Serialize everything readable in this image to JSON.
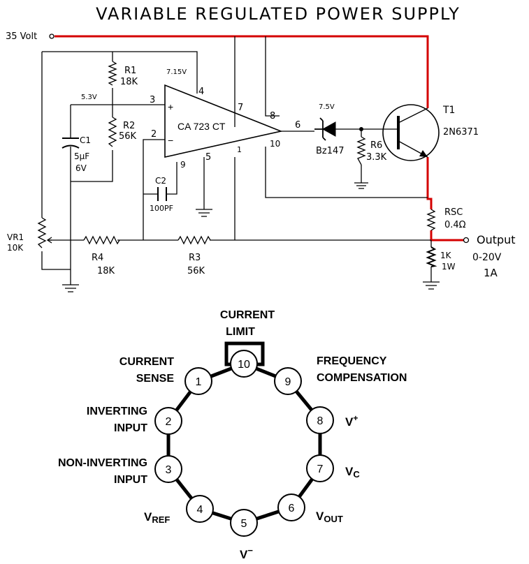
{
  "title": "VARIABLE REGULATED POWER SUPPLY",
  "supply": "35 Volt",
  "colors": {
    "ink": "#000000",
    "power_rail": "#d40000",
    "background": "#ffffff"
  },
  "voltages": {
    "pin4": "7.15V",
    "pin3": "5.3V",
    "zener": "7.5V"
  },
  "ic": {
    "label": "CA 723 CT",
    "pins": {
      "p1": "1",
      "p2": "2",
      "p3": "3",
      "p4": "4",
      "p5": "5",
      "p6": "6",
      "p7": "7",
      "p8": "8",
      "p9": "9",
      "p10": "10"
    },
    "plus": "+",
    "minus": "−"
  },
  "components": {
    "r1": {
      "name": "R1",
      "value": "18K"
    },
    "r2": {
      "name": "R2",
      "value": "56K"
    },
    "c1": {
      "name": "C1",
      "value1": "5µF",
      "value2": "6V"
    },
    "c2": {
      "name": "C2",
      "value": "100PF"
    },
    "r4": {
      "name": "R4",
      "value": "18K"
    },
    "r3": {
      "name": "R3",
      "value": "56K"
    },
    "vr1": {
      "name": "VR1",
      "value": "10K"
    },
    "zener": {
      "name": "Bz147"
    },
    "r6": {
      "name": "R6",
      "value": "3.3K"
    },
    "t1": {
      "name": "T1",
      "value": "2N6371"
    },
    "rsc": {
      "name": "RSC",
      "value": "0.4Ω"
    },
    "rload": {
      "value1": "1K",
      "value2": "1W"
    }
  },
  "output": {
    "label": "Output",
    "range": "0-20V",
    "current": "1A"
  },
  "pinout": {
    "pins": [
      "1",
      "2",
      "3",
      "4",
      "5",
      "6",
      "7",
      "8",
      "9",
      "10"
    ],
    "labels": {
      "current_limit": [
        "CURRENT",
        "LIMIT"
      ],
      "current_sense": [
        "CURRENT",
        "SENSE"
      ],
      "inverting_input": [
        "INVERTING",
        "INPUT"
      ],
      "non_inverting_input": [
        "NON-INVERTING",
        "INPUT"
      ],
      "vref": {
        "main": "V",
        "sub": "REF"
      },
      "v_minus": {
        "main": "V",
        "sup": "−"
      },
      "vout": {
        "main": "V",
        "sub": "OUT"
      },
      "vc": {
        "main": "V",
        "sub": "C"
      },
      "v_plus": {
        "main": "V",
        "sup": "+"
      },
      "frequency_compensation": [
        "FREQUENCY",
        "COMPENSATION"
      ]
    }
  }
}
